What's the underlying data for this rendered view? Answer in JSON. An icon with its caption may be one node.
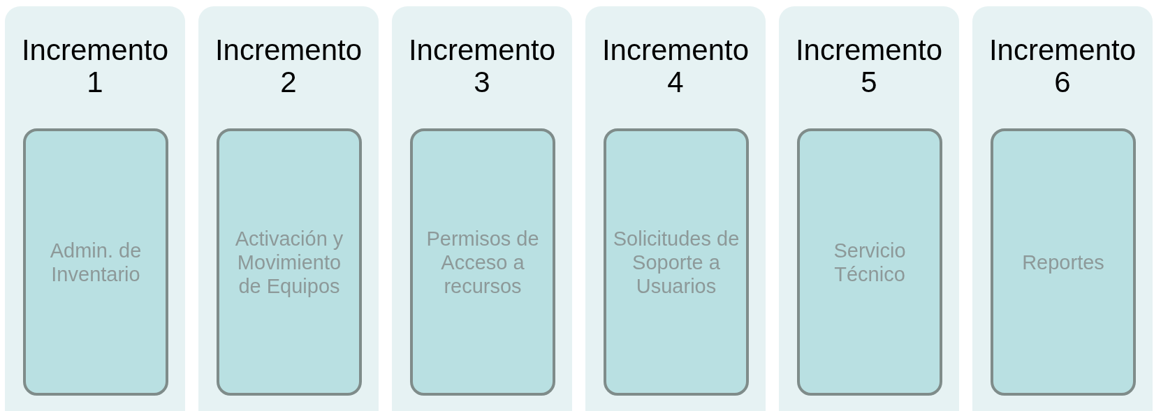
{
  "diagram": {
    "nodes": [
      {
        "text": [
          "Incremento 1"
        ]
      },
      {
        "text": [
          "Admin. de Inventario"
        ],
        "in": 0
      },
      {
        "text": [
          "Incremento 2"
        ]
      },
      {
        "text": [
          "Activación y Movimiento de Equipos"
        ],
        "in": 2
      },
      {
        "text": [
          "Incremento 3"
        ]
      },
      {
        "text": [
          "Permisos de Acceso a recursos"
        ],
        "in": 4
      },
      {
        "text": [
          "Incremento 4"
        ]
      },
      {
        "text": [
          "Solicitudes de Soporte a Usuarios"
        ],
        "in": 6
      },
      {
        "text": [
          "Incremento 5"
        ]
      },
      {
        "text": [
          "Servicio Técnico"
        ],
        "in": 8
      },
      {
        "text": [
          "Incremento 6"
        ]
      },
      {
        "text": [
          "Reportes"
        ],
        "in": 10
      }
    ]
  }
}
